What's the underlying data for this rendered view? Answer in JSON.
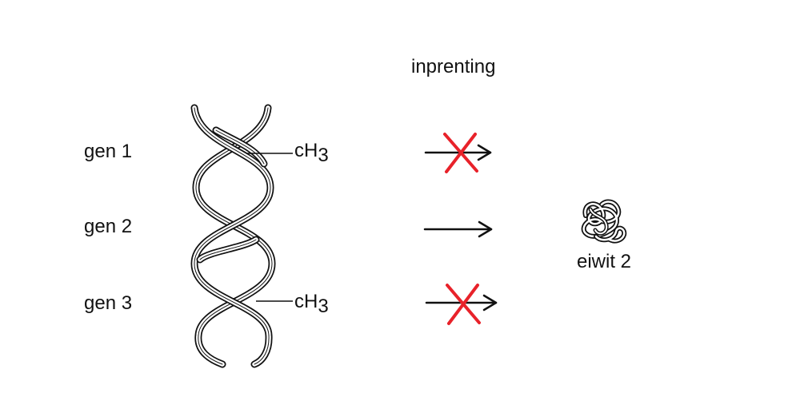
{
  "title": "inprenting",
  "genes": [
    {
      "label": "gen 1",
      "methylated": true,
      "blocked": true
    },
    {
      "label": "gen 2",
      "methylated": false,
      "blocked": false
    },
    {
      "label": "gen 3",
      "methylated": true,
      "blocked": true
    }
  ],
  "methyl_group": {
    "prefix": "cH",
    "subscript": "3"
  },
  "protein": {
    "label": "eiwit 2",
    "icon": "protein-coil-icon"
  },
  "colors": {
    "block_cross": "#e8222a",
    "line": "#111111",
    "background": "#ffffff"
  }
}
